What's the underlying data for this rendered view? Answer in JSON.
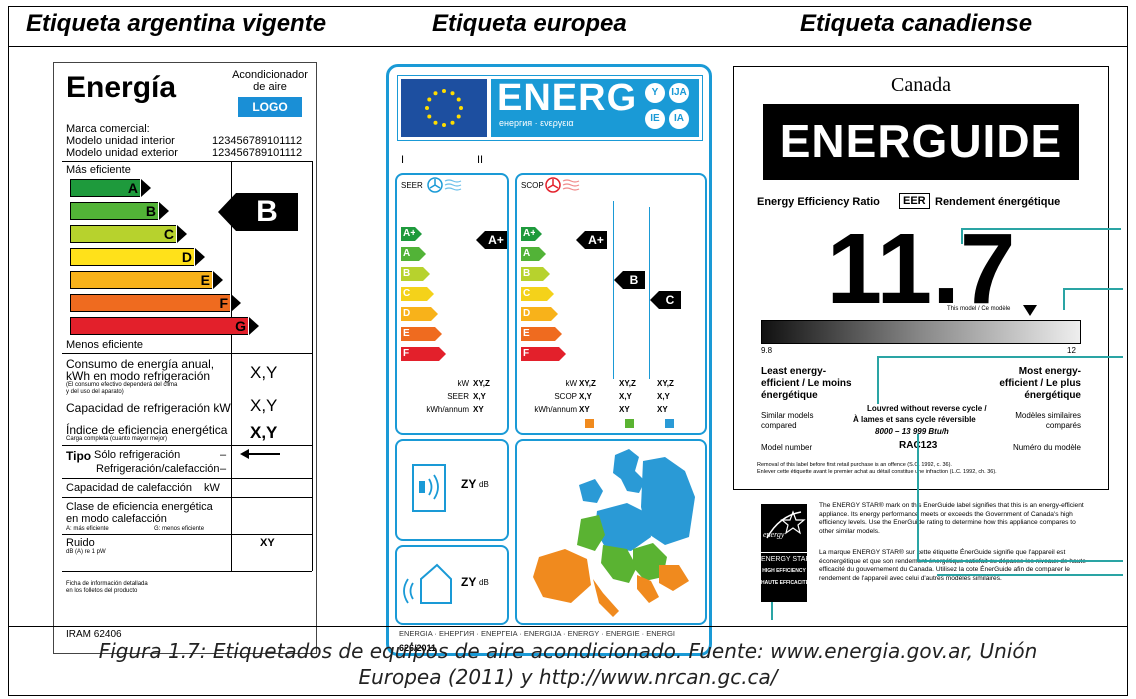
{
  "headers": {
    "argentina": "Etiqueta argentina vigente",
    "europe": "Etiqueta europea",
    "canada": "Etiqueta canadiense"
  },
  "caption": {
    "line1": "Figura 1.7: Etiquetados de equipos de aire acondicionado. Fuente: www.energia.gov.ar, Unión",
    "line2": "Europea (2011) y http://www.nrcan.gc.ca/"
  },
  "argentina": {
    "title": "Energía",
    "product_line1": "Acondicionador",
    "product_line2": "de aire",
    "logo": "LOGO",
    "brand": "Marca comercial:",
    "indoor_label": "Modelo unidad interior",
    "indoor_value": "123456789101112",
    "outdoor_label": "Modelo unidad exterior",
    "outdoor_value": "123456789101112",
    "most_efficient": "Más eficiente",
    "least_efficient": "Menos eficiente",
    "classes": [
      "A",
      "B",
      "C",
      "D",
      "E",
      "F",
      "G"
    ],
    "class_colors": [
      "#1e9a3c",
      "#52b337",
      "#b7d22d",
      "#ffe11a",
      "#f8b21a",
      "#ef6b1f",
      "#e3202b"
    ],
    "rating": "B",
    "consumption_line1": "Consumo de energía anual,",
    "consumption_line2": "kWh en modo refrigeración",
    "consumption_note1": "(El consumo efectivo dependerá del clima",
    "consumption_note2": "y del uso del aparato)",
    "consumption_value": "X,Y",
    "cooling_capacity": "Capacidad de refrigeración  kW",
    "cooling_value": "X,Y",
    "efficiency_index": "Índice de eficiencia energética",
    "efficiency_note": "Carga completa (cuanto mayor mejor)",
    "efficiency_value": "X,Y",
    "type_label": "Tipo",
    "type_cooling": "Sólo refrigeración",
    "type_dash1": "–",
    "type_both": "Refrigeración/calefacción",
    "type_dash2": "–",
    "heating_capacity": "Capacidad de calefacción",
    "heating_unit": "kW",
    "heating_class_line1": "Clase de eficiencia energética",
    "heating_class_line2": "en modo calefacción",
    "heating_a": "A: más eficiente",
    "heating_g": "G: menos eficiente",
    "noise": "Ruido",
    "noise_unit": "dB (A) re 1 pW",
    "noise_value": "XY",
    "info_line1": "Ficha de información detallada",
    "info_line2": "en los folletos del producto",
    "standard": "IRAM 62406"
  },
  "europe": {
    "energy_word": "ENERG",
    "energy_sub": "енергия · ενεργεια",
    "badges": [
      "Y",
      "IJA",
      "IE",
      "IA"
    ],
    "roman1": "I",
    "roman2": "II",
    "seer": "SEER",
    "scop": "SCOP",
    "left_classes": [
      "A+",
      "A",
      "B",
      "C",
      "D",
      "E",
      "F"
    ],
    "right_classes": [
      "A+",
      "A",
      "B",
      "C",
      "D",
      "E",
      "F"
    ],
    "class_colors": [
      "#1e9a3c",
      "#52b337",
      "#b7d22d",
      "#f4d21a",
      "#f8b21a",
      "#ef6b1f",
      "#e3202b"
    ],
    "seer_rating": "A+",
    "scop_ratings": [
      "A+",
      "B",
      "C"
    ],
    "seer_kw": "kW",
    "seer_kw_val": "XY,Z",
    "seer_seer": "SEER",
    "seer_seer_val": "X,Y",
    "seer_kwh": "kWh/annum",
    "seer_kwh_val": "XY",
    "scop_kw": "kW",
    "scop_kw_vals": [
      "XY,Z",
      "XY,Z",
      "XY,Z"
    ],
    "scop_scop": "SCOP",
    "scop_scop_vals": [
      "X,Y",
      "X,Y",
      "X,Y"
    ],
    "scop_kwh": "kWh/annum",
    "scop_kwh_vals": [
      "XY",
      "XY",
      "XY"
    ],
    "zone_colors": [
      "#f08a1e",
      "#5ab332",
      "#2a9ad6"
    ],
    "noise1": "ZY",
    "noise1_unit": "dB",
    "noise2": "ZY",
    "noise2_unit": "dB",
    "languages": "ENERGIA · ЕНЕРГИЯ · ΕΝΕΡΓΕΙΑ · ENERGIJA · ENERGY · ENERGIE · ENERGI",
    "regulation": "626/2011"
  },
  "canada": {
    "country": "Canada",
    "brand": "ENERGUIDE",
    "ratio_en": "Energy Efficiency Ratio",
    "ratio_abbr": "EER",
    "ratio_fr": "Rendement énergétique",
    "value": "11.7",
    "this_model": "This model / Ce modèle",
    "scale_min": "9.8",
    "scale_max": "12",
    "marker_fraction": 0.84,
    "least_line1": "Least energy-",
    "least_line2": "efficient / Le moins",
    "least_line3": "énergétique",
    "most_line1": "Most energy-",
    "most_line2": "efficient / Le plus",
    "most_line3": "énergétique",
    "similar_en1": "Similar models",
    "similar_en2": "compared",
    "similar_fr1": "Modèles similaires",
    "similar_fr2": "comparés",
    "louvred_en": "Louvred without reverse cycle /",
    "louvred_fr": "À lames et sans cycle réversible",
    "range": "8000 – 13 999 Btu/h",
    "model_en": "Model number",
    "model_value": "RAC123",
    "model_fr": "Numéro du modèle",
    "removal_en": "Removal of this label before first retail purchase is an offence (S.C. 1992, c. 36).",
    "removal_fr": "Enlever cette étiquette avant le premier achat au détail constitue une infraction (L.C. 1992, ch. 36).",
    "star_logo": "energy",
    "star_line1": "ENERGY STAR",
    "star_line2": "HIGH EFFICIENCY",
    "star_line3": "HAUTE EFFICACITÉ",
    "star_text_en": "The ENERGY STAR® mark on this EnerGuide label signifies that this is an energy-efficient appliance. Its energy performance meets or exceeds the Government of Canada's high efficiency levels. Use the EnerGuide rating to determine how this appliance compares to other similar models.",
    "star_text_fr": "La marque ENERGY STAR® sur cette étiquette ÉnerGuide signifie que l'appareil est éconergétique et que son rendement énergétique satisfait ou dépasse les niveaux de haute efficacité du gouvernement du Canada. Utilisez la cote ÉnerGuide afin de comparer le rendement de l'appareil avec celui d'autres modèles similaires."
  }
}
